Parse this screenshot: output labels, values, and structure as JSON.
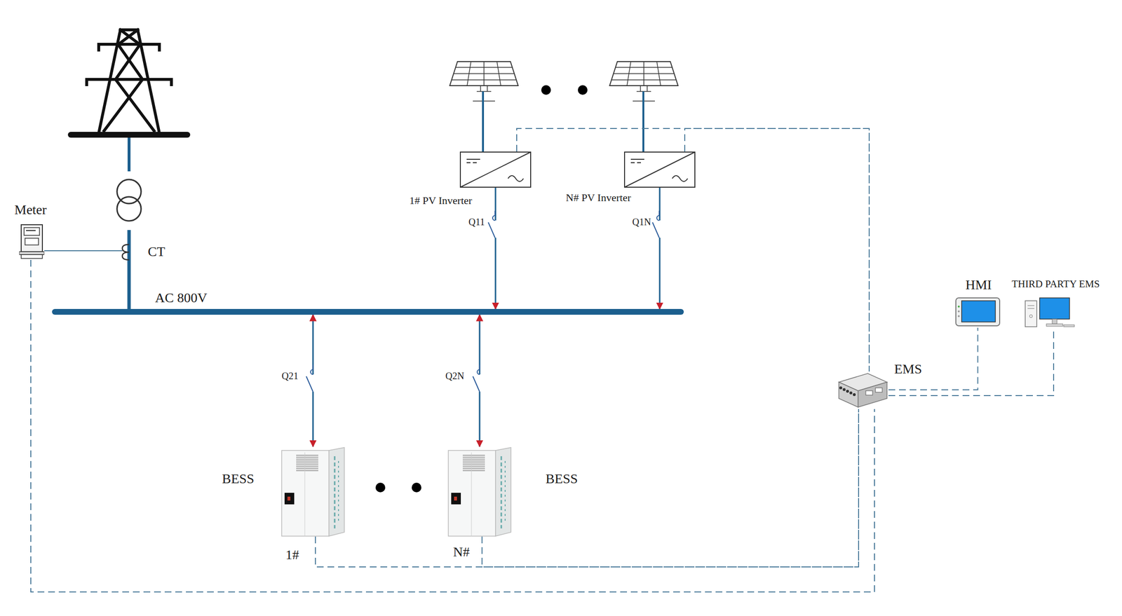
{
  "diagram": {
    "nodes": [
      {
        "text": [
          "Meter"
        ]
      },
      {
        "text": [
          "AC 800V"
        ]
      },
      {
        "text": [
          "1# PV Inverter"
        ]
      },
      {
        "text": [
          "N# PV Inverter"
        ]
      },
      {
        "text": [
          "BESS",
          "1#"
        ]
      },
      {
        "text": [
          "BESS",
          "N#"
        ]
      },
      {
        "text": [
          "EMS"
        ]
      },
      {
        "text": [
          "HMI"
        ]
      },
      {
        "text": [
          "THIRD PARTY EMS"
        ]
      }
    ],
    "edges": [
      {
        "from": 2,
        "to": 1,
        "arrow": "to"
      },
      {
        "from": 3,
        "to": 1,
        "arrow": "to"
      },
      {
        "from": 1,
        "to": 4,
        "arrow": "both"
      },
      {
        "from": 1,
        "to": 5,
        "arrow": "both"
      },
      {
        "from": 2,
        "to": 6,
        "arrow": "none"
      },
      {
        "from": 3,
        "to": 6,
        "arrow": "none"
      },
      {
        "from": 4,
        "to": 6,
        "arrow": "none"
      },
      {
        "from": 5,
        "to": 6,
        "arrow": "none"
      },
      {
        "from": 0,
        "to": 6,
        "arrow": "none"
      },
      {
        "from": 6,
        "to": 7,
        "arrow": "none"
      },
      {
        "from": 6,
        "to": 8,
        "arrow": "none"
      }
    ],
    "labels": [
      "CT",
      "Q11",
      "Q1N",
      "Q21",
      "Q2N"
    ]
  }
}
